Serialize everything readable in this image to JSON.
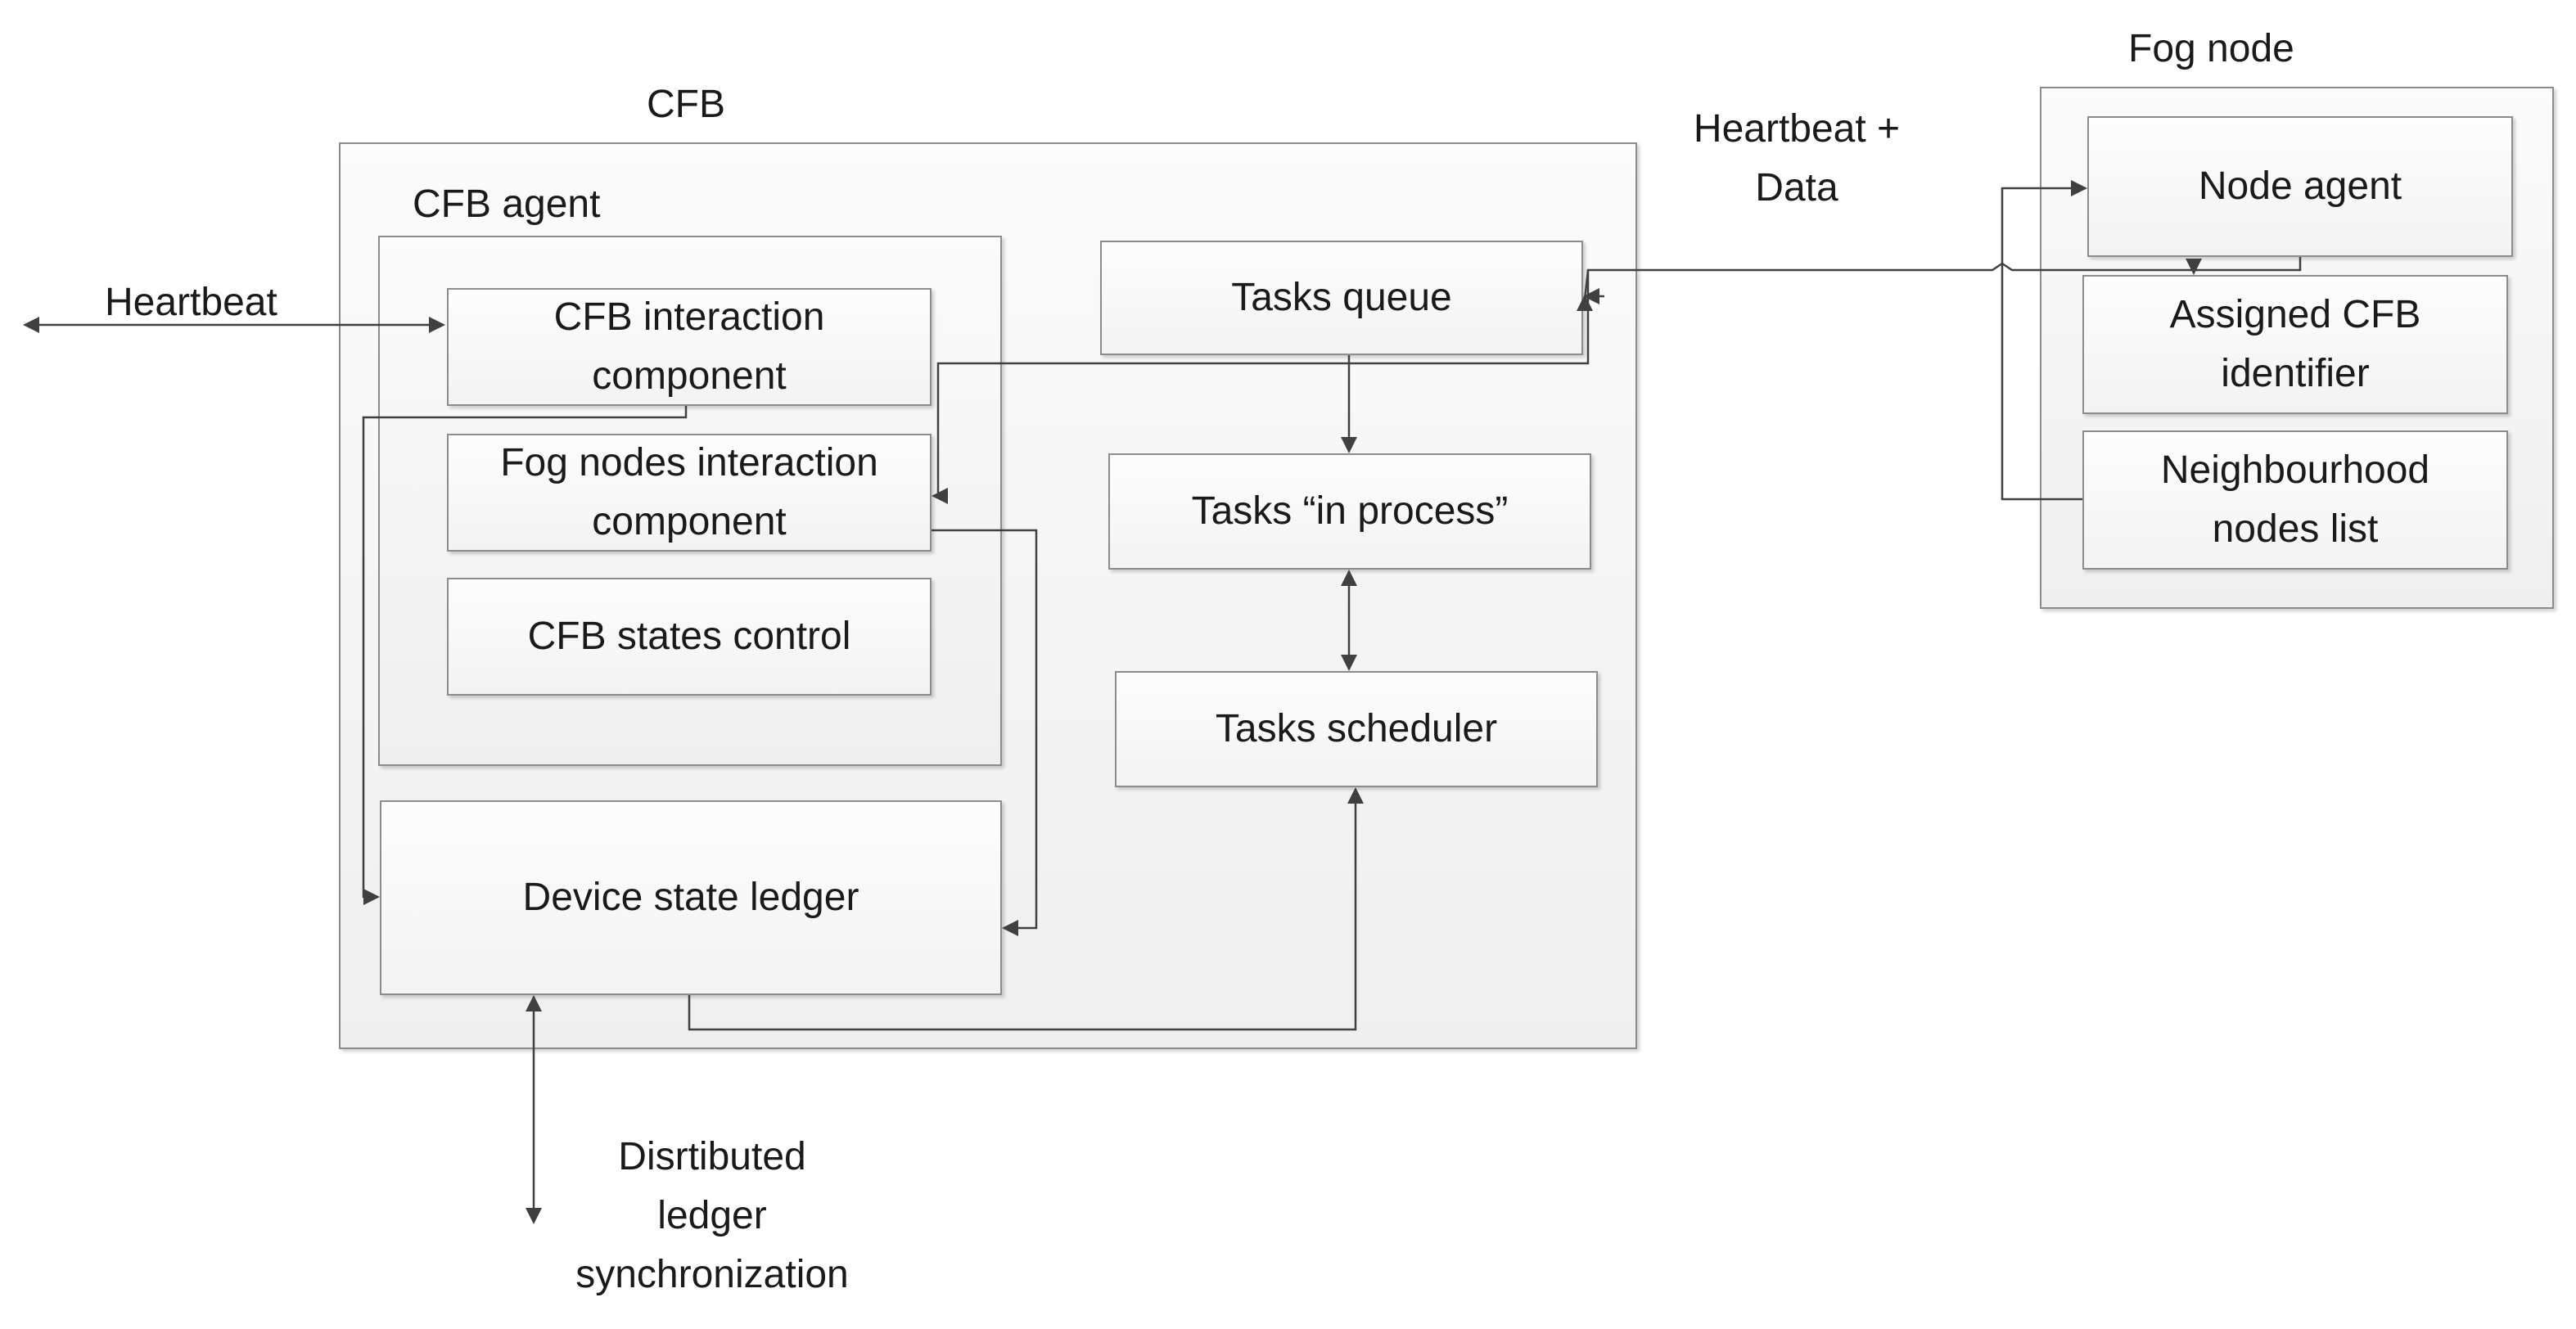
{
  "cfb": {
    "title": "CFB",
    "agent": {
      "title": "CFB agent",
      "interaction_component": [
        "CFB interaction",
        "component"
      ],
      "fog_nodes_interaction_component": [
        "Fog nodes interaction",
        "component"
      ],
      "states_control": "CFB states control"
    },
    "device_state_ledger": "Device state ledger",
    "tasks_queue": "Tasks queue",
    "tasks_in_process": "Tasks “in process”",
    "tasks_scheduler": "Tasks scheduler"
  },
  "fog_node": {
    "title": "Fog node",
    "node_agent": "Node agent",
    "assigned_cfb_identifier": [
      "Assigned CFB",
      "identifier"
    ],
    "neighbourhood_nodes_list": [
      "Neighbourhood",
      "nodes list"
    ]
  },
  "external": {
    "heartbeat": "Heartbeat",
    "heartbeat_data": [
      "Heartbeat +",
      "Data"
    ],
    "distributed_sync": [
      "Disrtibuted",
      "ledger",
      "synchronization"
    ]
  },
  "colors": {
    "line": "#404040",
    "border": "#8c8c8c",
    "fill_top": "#fdfdfd",
    "fill_bottom": "#f0f0f0"
  }
}
